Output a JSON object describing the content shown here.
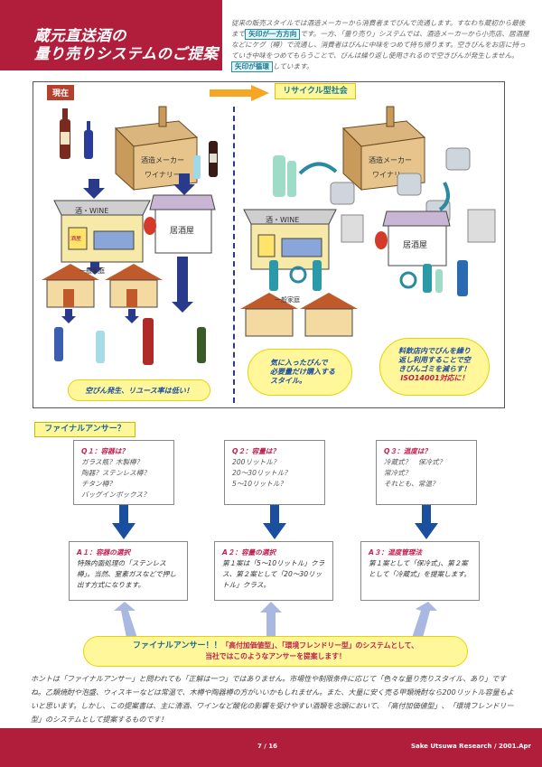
{
  "title": {
    "line1": "蔵元直送酒の",
    "line2": "量り売りシステムのご提案"
  },
  "intro": {
    "p1": "従来の販売スタイルでは酒造メーカーから消費者までびんで流通します。すなわち蔵初から最後まで",
    "hl1": "矢印が一方方向",
    "p2": "です。一方、「量り売り」システムでは、酒造メーカーから小売店、居酒屋などにケグ（樽）で流通し、消費者はびんに中味をつめて持ち帰ります。空きびんをお店に持っていき中味をつめてもらうことで、びんは繰り返し使用されるので空きびんが発生しません。",
    "hl2": "矢印が循環",
    "p3": "しています。"
  },
  "panel": {
    "now_label": "現在",
    "recycle_label": "リサイクル型社会",
    "maker_label_1": "酒造メーカー",
    "maker_label_2": "ワイナリー",
    "shop_label": "酒・WINE",
    "izakaya_label": "居酒屋",
    "shop_sign": "酒屋",
    "home_label": "一般家庭",
    "cloud_left": "空びん発生、リユース率は低い！",
    "cloud_mid_1": "気に入ったびんで",
    "cloud_mid_2": "必要量だけ購入する",
    "cloud_mid_3": "スタイル。",
    "cloud_right_1": "料飲店内でびんを繰り",
    "cloud_right_2": "返し利用することで空",
    "cloud_right_3": "きびんゴミを減らす！",
    "cloud_right_4": "ISO14001対応に！"
  },
  "final_answer_label": "ファイナルアンサー？",
  "questions": [
    {
      "head": "Q１：容器は？",
      "items": [
        "ガラス瓶？木製樽？",
        "陶器？ステンレス樽？",
        "チタン樽？",
        "バッグインボックス？"
      ]
    },
    {
      "head": "Q２：容量は？",
      "items": [
        "200リットル？",
        "20～30リットル？",
        "5～10リットル？"
      ]
    },
    {
      "head": "Q３：温度は？",
      "items": [
        "冷蔵式？　保冷式？",
        "常冷式？",
        "それとも、常温？"
      ]
    }
  ],
  "answers": [
    {
      "head": "A１：容器の選択",
      "body": "特殊内面処理の「ステンレス樽」。当然、窒素ガスなどで押し出す方式になります。"
    },
    {
      "head": "A２：容量の選択",
      "body": "第１案は「5～10リットル」クラス、第２案として「20～30リットル」クラス。"
    },
    {
      "head": "A３：温度管理法",
      "body": "第１案として「保冷式」、第２案として「冷蔵式」を提案します。"
    }
  ],
  "final_bar": {
    "label": "ファイナルアンサー！！",
    "line1": "「高付加価値型」、「環境フレンドリー型」のシステムとして、",
    "line2": "当社ではこのようなアンサーを提案します！"
  },
  "bottom_text": "ホントは「ファイナルアンサー」と問われても「正解は一つ」ではありません。市場性や制限条件に応じて「色々な量り売りスタイル、あり」ですね。乙類焼酎や泡盛、ウィスキーなどは常温で、木樽や陶器樽の方がいいかもしれません。また、大量に安く売る甲類焼酎なら200リットル容量もよいと思います。しかし、この提案書は、主に清酒、ワインなど酸化の影響を受けやすい酒類を念頭において、「高付加価値型」、「環境フレンドリー型」のシステムとして提案するものです！",
  "footer": {
    "page": "7 / 16",
    "credit": "Sake Utsuwa Research / 2001.Apr"
  },
  "colors": {
    "brand": "#b01e3c",
    "highlight": "#fff799",
    "accent_blue": "#1b6e90"
  }
}
